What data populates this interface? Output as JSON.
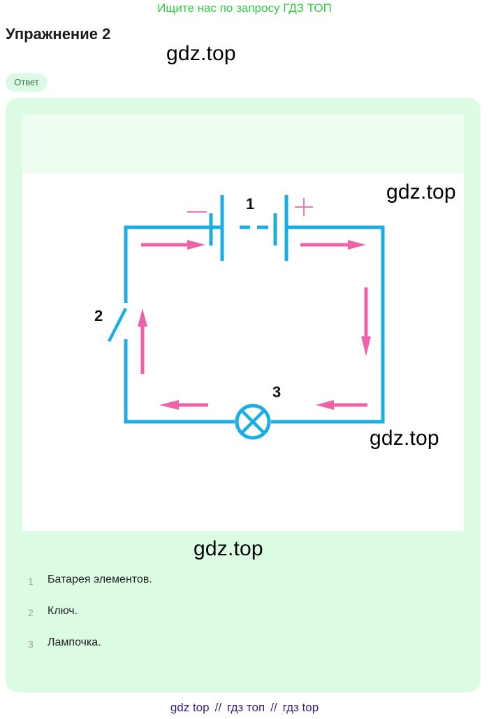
{
  "banner": "Ищите нас по запросу ГДЗ ТОП",
  "exercise": {
    "title": "Упражнение 2"
  },
  "watermark": "gdz.top",
  "answer_badge": "Ответ",
  "figure": {
    "label_battery": "1",
    "label_switch": "2",
    "label_lamp": "3",
    "minus": "−",
    "plus": "+",
    "colors": {
      "wire": "#19aee6",
      "arrow": "#f062a8",
      "sign": "#e87ab8"
    }
  },
  "answers": [
    {
      "num": "1",
      "text": "Батарея элементов."
    },
    {
      "num": "2",
      "text": "Ключ."
    },
    {
      "num": "3",
      "text": "Лампочка."
    }
  ],
  "footer": {
    "part1": "gdz top",
    "part2": "гдз топ",
    "part3": "гдз top",
    "sep": "//"
  }
}
